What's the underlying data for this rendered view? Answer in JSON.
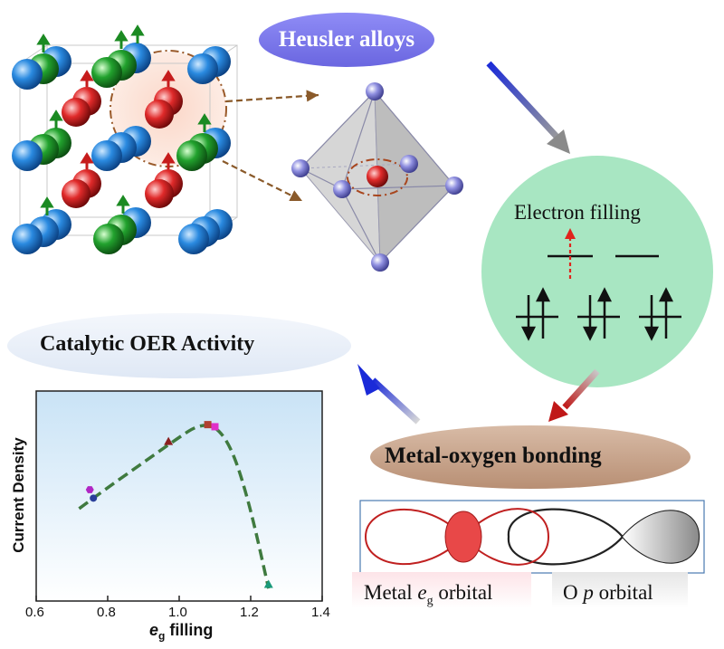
{
  "labels": {
    "heusler": "Heusler alloys",
    "electron_filling": "Electron filling",
    "catalytic": "Catalytic OER Activity",
    "metal_oxygen": "Metal-oxygen bonding",
    "metal_orbital": {
      "pre": "Metal ",
      "italic": "e",
      "sub": "g",
      "post": " orbital"
    },
    "o_orbital": {
      "pre": "O ",
      "italic": "p",
      "post": " orbital"
    }
  },
  "colors": {
    "blue_atom": "#1e7fd6",
    "green_atom": "#1f9a2a",
    "red_atom": "#d92c2c",
    "heusler_pill": "#7b78ee",
    "electron_circle": "#a6e4c0",
    "metal_oxygen_pill": "#c9a58c",
    "catalytic_pill": "#e7eef8",
    "plot_bg_top": "#cfe6f7",
    "curve": "#3f7a3f"
  },
  "chart_data": {
    "type": "scatter",
    "title": "",
    "xlabel": {
      "pre": "",
      "italic": "e",
      "sub": "g",
      "post": " filling"
    },
    "ylabel": "Current Density",
    "xlim": [
      0.6,
      1.4
    ],
    "xticks": [
      "0.6",
      "0.8",
      "1.0",
      "1.2",
      "1.4"
    ],
    "series": [
      {
        "values": [
          {
            "x": 0.75,
            "y": 0.53,
            "marker": "hexagon",
            "color": "#b026c4"
          },
          {
            "x": 0.76,
            "y": 0.49,
            "marker": "circle",
            "color": "#2a3f9a"
          },
          {
            "x": 0.97,
            "y": 0.76,
            "marker": "triangle",
            "color": "#8a1f1f"
          },
          {
            "x": 1.08,
            "y": 0.84,
            "marker": "square",
            "color": "#b04030"
          },
          {
            "x": 1.1,
            "y": 0.83,
            "marker": "square",
            "color": "#e030c8"
          },
          {
            "x": 1.25,
            "y": 0.08,
            "marker": "triangle",
            "color": "#1a9a7a"
          }
        ]
      }
    ],
    "curve": [
      [
        0.72,
        0.44
      ],
      [
        0.8,
        0.54
      ],
      [
        0.9,
        0.66
      ],
      [
        1.0,
        0.78
      ],
      [
        1.05,
        0.835
      ],
      [
        1.1,
        0.84
      ],
      [
        1.15,
        0.72
      ],
      [
        1.2,
        0.44
      ],
      [
        1.25,
        0.06
      ]
    ]
  }
}
